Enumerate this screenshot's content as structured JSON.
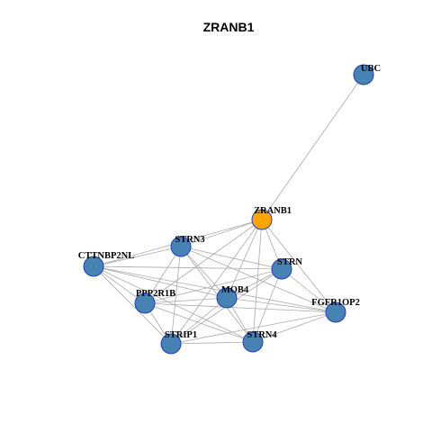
{
  "title": "ZRANB1",
  "colors": {
    "node_default": "#4682b4",
    "node_query": "#ffa500",
    "node_border": "#1f3fbf",
    "edge": "#aaaaaa"
  },
  "nodes": [
    {
      "id": "UBC",
      "label": "UBC",
      "role": "default"
    },
    {
      "id": "ZRANB1",
      "label": "ZRANB1",
      "role": "query"
    },
    {
      "id": "STRN3",
      "label": "STRN3",
      "role": "default"
    },
    {
      "id": "CTTNBP2NL",
      "label": "CTTNBP2NL",
      "role": "default"
    },
    {
      "id": "STRN",
      "label": "STRN",
      "role": "default"
    },
    {
      "id": "PPP2R1B",
      "label": "PPP2R1B",
      "role": "default"
    },
    {
      "id": "MOB4",
      "label": "MOB4",
      "role": "default"
    },
    {
      "id": "FGFR1OP2",
      "label": "FGFR1OP2",
      "role": "default"
    },
    {
      "id": "STRIP1",
      "label": "STRIP1",
      "role": "default"
    },
    {
      "id": "STRN4",
      "label": "STRN4",
      "role": "default"
    }
  ],
  "edges": [
    [
      "UBC",
      "ZRANB1"
    ],
    [
      "ZRANB1",
      "STRN3"
    ],
    [
      "ZRANB1",
      "CTTNBP2NL"
    ],
    [
      "ZRANB1",
      "STRN"
    ],
    [
      "ZRANB1",
      "PPP2R1B"
    ],
    [
      "ZRANB1",
      "MOB4"
    ],
    [
      "ZRANB1",
      "FGFR1OP2"
    ],
    [
      "ZRANB1",
      "STRIP1"
    ],
    [
      "ZRANB1",
      "STRN4"
    ],
    [
      "STRN3",
      "CTTNBP2NL"
    ],
    [
      "STRN3",
      "STRN"
    ],
    [
      "STRN3",
      "PPP2R1B"
    ],
    [
      "STRN3",
      "MOB4"
    ],
    [
      "STRN3",
      "FGFR1OP2"
    ],
    [
      "STRN3",
      "STRIP1"
    ],
    [
      "STRN3",
      "STRN4"
    ],
    [
      "CTTNBP2NL",
      "STRN"
    ],
    [
      "CTTNBP2NL",
      "PPP2R1B"
    ],
    [
      "CTTNBP2NL",
      "MOB4"
    ],
    [
      "CTTNBP2NL",
      "STRIP1"
    ],
    [
      "CTTNBP2NL",
      "STRN4"
    ],
    [
      "CTTNBP2NL",
      "FGFR1OP2"
    ],
    [
      "STRN",
      "PPP2R1B"
    ],
    [
      "STRN",
      "MOB4"
    ],
    [
      "STRN",
      "FGFR1OP2"
    ],
    [
      "STRN",
      "STRIP1"
    ],
    [
      "STRN",
      "STRN4"
    ],
    [
      "PPP2R1B",
      "MOB4"
    ],
    [
      "PPP2R1B",
      "STRIP1"
    ],
    [
      "PPP2R1B",
      "STRN4"
    ],
    [
      "PPP2R1B",
      "FGFR1OP2"
    ],
    [
      "MOB4",
      "FGFR1OP2"
    ],
    [
      "MOB4",
      "STRIP1"
    ],
    [
      "MOB4",
      "STRN4"
    ],
    [
      "FGFR1OP2",
      "STRIP1"
    ],
    [
      "FGFR1OP2",
      "STRN4"
    ],
    [
      "STRIP1",
      "STRN4"
    ]
  ]
}
